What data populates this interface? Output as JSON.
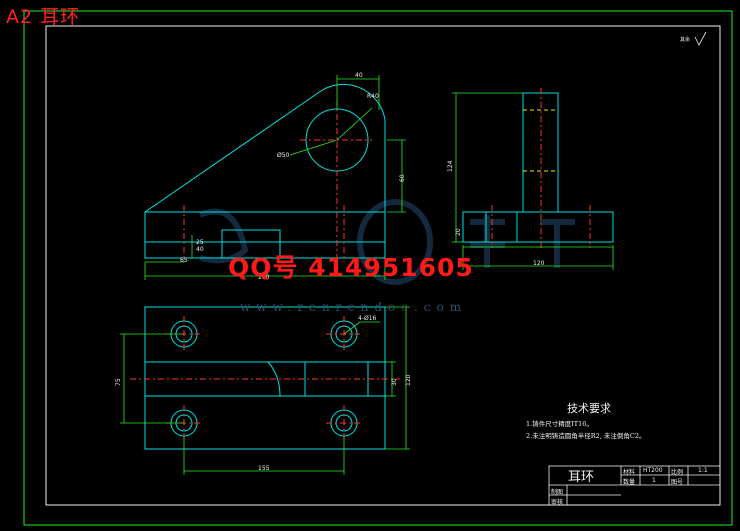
{
  "sheet": {
    "title": "A2 耳环",
    "watermark_qq": "QQ号  414951605",
    "watermark_url": "www.renrendoc.com"
  },
  "dimensions": {
    "front_width_top": "40",
    "front_radius": "R40",
    "front_hole_dia": "Ø50",
    "front_height": "60",
    "front_left_len": "65",
    "front_total_len": "200",
    "front_depth_a": "25",
    "front_depth_b": "40",
    "side_height": "124",
    "side_base_h": "20",
    "side_width": "120",
    "top_hole_label": "4-Ø16",
    "top_depth": "75",
    "top_slot_h": "30",
    "top_total_h": "120",
    "top_hole_spacing": "155"
  },
  "tech_req": {
    "title": "技术要求",
    "notes": [
      "1.铸件尺寸精度IT16。",
      "2.未注明铸造圆角半径R2, 未注倒角C2。"
    ]
  },
  "title_block": {
    "part_name": "耳环",
    "material_label": "材料",
    "material": "HT200",
    "scale_label": "比例",
    "scale": "1:1",
    "qty_label": "数量",
    "qty": "1",
    "drawing_no_label": "图号",
    "drawn_label": "制图",
    "checked_label": "审核"
  },
  "surface_note": "其余"
}
